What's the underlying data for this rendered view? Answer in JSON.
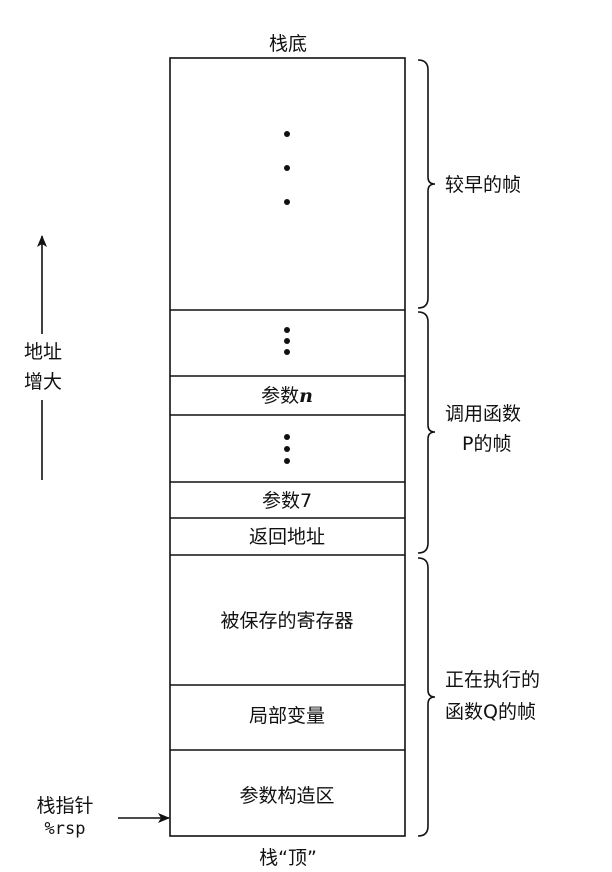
{
  "stack_bottom_label": "栈底",
  "stack_top_label": "栈“顶”",
  "address_label": [
    "地址",
    "增大"
  ],
  "stack_pointer": {
    "label": "栈指针",
    "register": "%rsp"
  },
  "cells": {
    "param_n_prefix": "参数",
    "param_n_var": "n",
    "param_7": "参数7",
    "return_address": "返回地址",
    "saved_registers": "被保存的寄存器",
    "local_vars": "局部变量",
    "arg_build_area": "参数构造区"
  },
  "frames": {
    "earlier": "较早的帧",
    "caller_line1": "调用函数",
    "caller_line2": "P的帧",
    "current_line1": "正在执行的",
    "current_line2": "函数Q的帧"
  },
  "colors": {
    "ink": "#111111"
  }
}
